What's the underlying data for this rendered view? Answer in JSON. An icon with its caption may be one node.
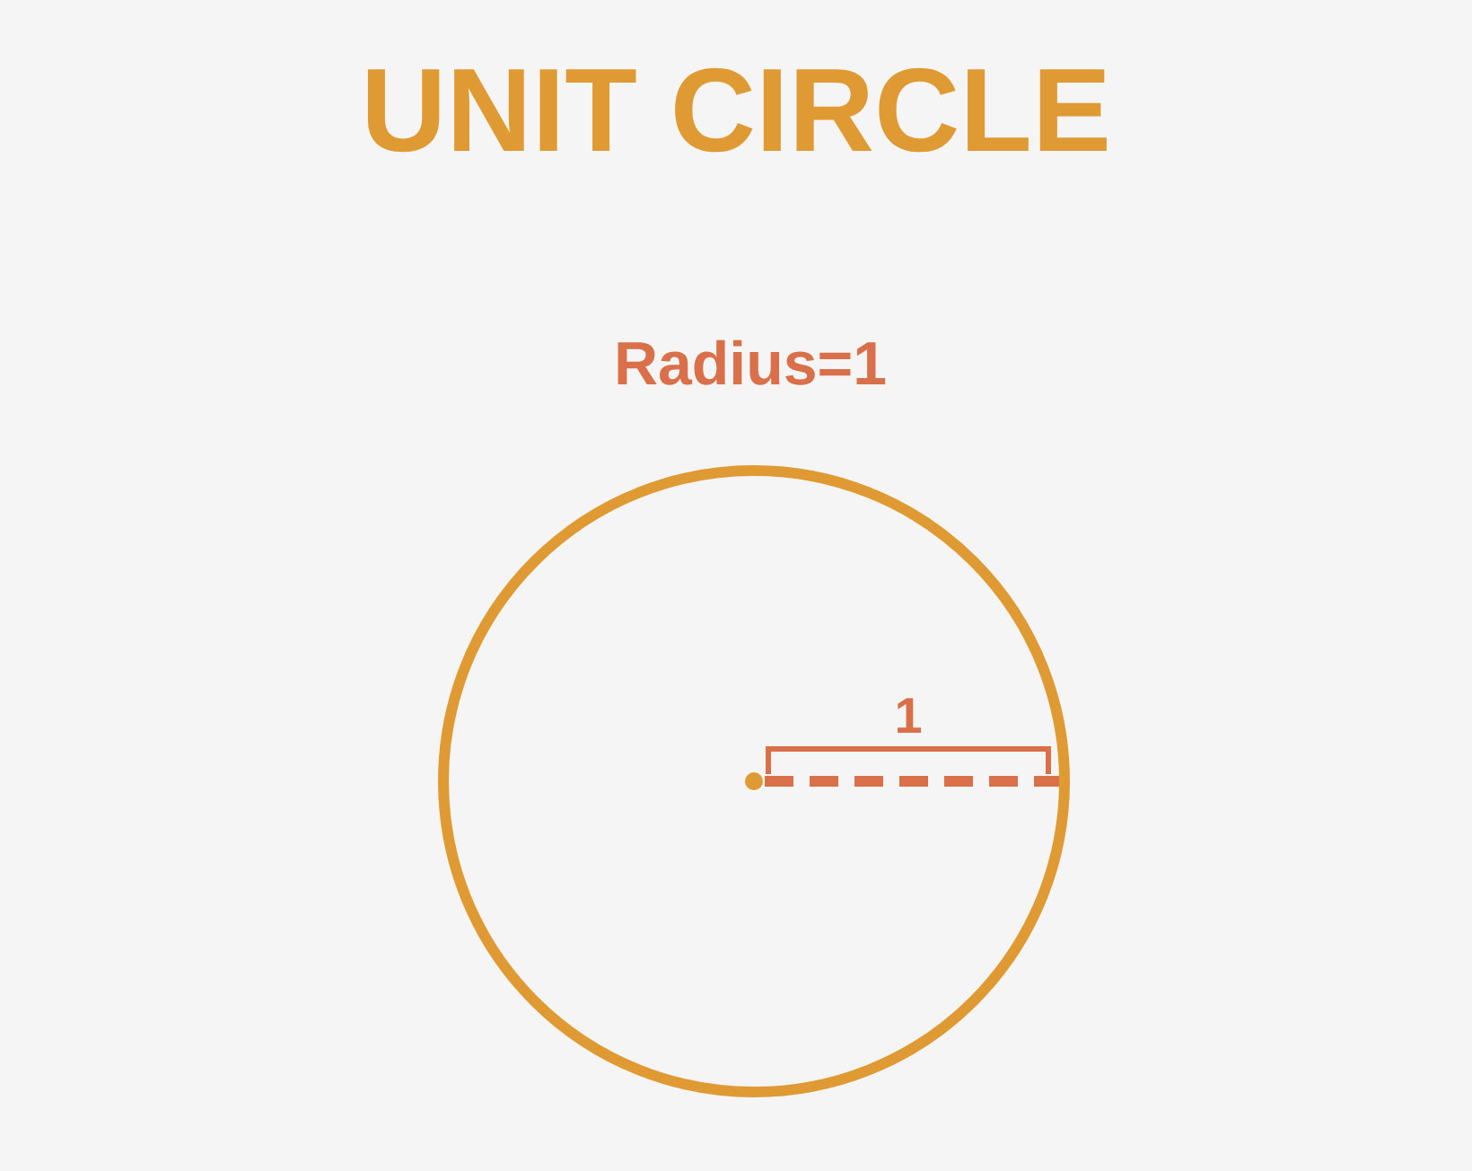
{
  "diagram": {
    "title": "UNIT CIRCLE",
    "nodes": [
      {
        "text": [],
        "shape": "circle"
      }
    ],
    "labels": [
      "Radius=1",
      "1"
    ]
  }
}
